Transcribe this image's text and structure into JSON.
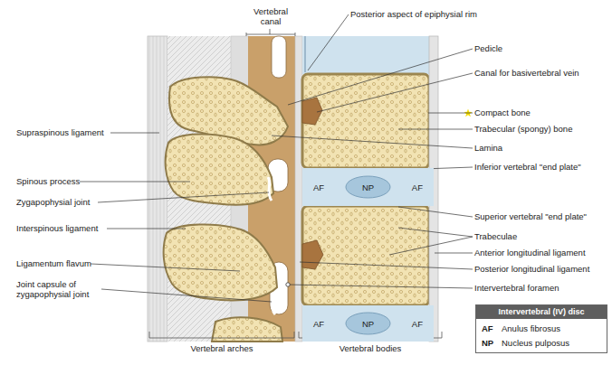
{
  "diagram": {
    "nodes": [
      {
        "text": [
          "AF",
          "AF"
        ]
      },
      {
        "text": [
          "NP"
        ],
        "in": 0
      },
      {
        "text": [
          "AF",
          "AF"
        ]
      },
      {
        "text": [
          "NP"
        ],
        "in": 2
      },
      {
        "text": [
          "Intervertebral (IV) disc",
          "AF",
          "Anulus fibrosus",
          "NP",
          "Nucleus pulposus"
        ]
      }
    ],
    "labels": [
      "Vertebral canal",
      "Posterior aspect of epiphysial rim",
      "Pedicle",
      "Canal for basivertebral vein",
      "Compact bone",
      "Trabecular (spongy) bone",
      "Supraspinous ligament",
      "Lamina",
      "Inferior vertebral \"end plate\"",
      "Spinous process",
      "Zygapophysial joint",
      "Superior vertebral \"end plate\"",
      "Interspinous ligament",
      "Trabeculae",
      "Anterior longitudinal ligament",
      "Ligamentum flavum",
      "Posterior longitudinal ligament",
      "Joint capsule of zygapophysial joint",
      "Intervertebral foramen",
      "Vertebral arches",
      "Vertebral bodies"
    ]
  }
}
